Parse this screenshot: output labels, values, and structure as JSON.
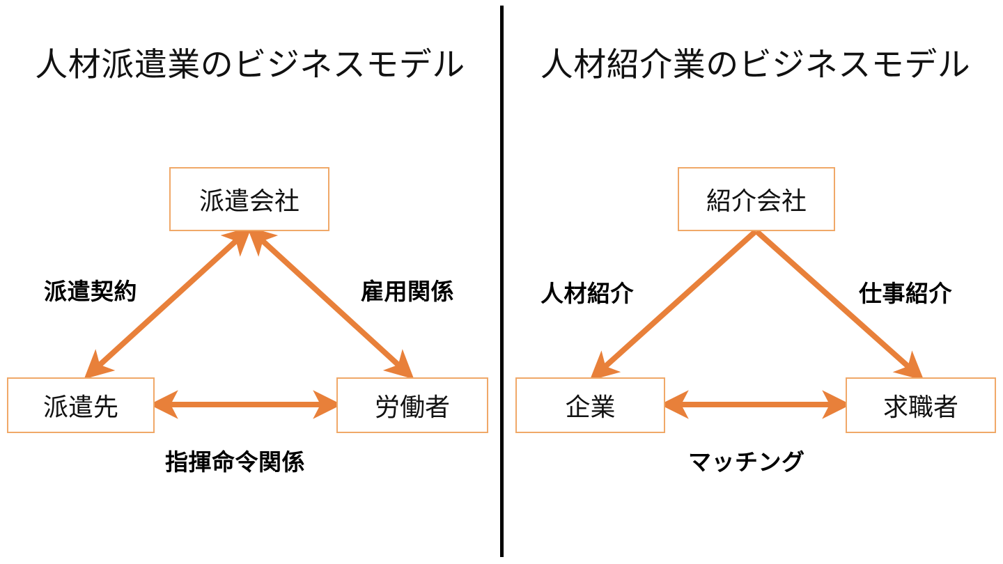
{
  "page": {
    "background": "#ffffff",
    "divider_color": "#000000",
    "accent_line": "#e8803a",
    "accent_box_border": "#f0a868",
    "text_color": "#111111"
  },
  "left_diagram": {
    "title": "人材派遣業のビジネスモデル",
    "nodes": {
      "top": "派遣会社",
      "bottom_left": "派遣先",
      "bottom_right": "労働者"
    },
    "edges": {
      "top_to_bottom_left": "派遣契約",
      "top_to_bottom_right": "雇用関係",
      "bottom_left_to_bottom_right": "指揮命令関係"
    }
  },
  "right_diagram": {
    "title": "人材紹介業のビジネスモデル",
    "nodes": {
      "top": "紹介会社",
      "bottom_left": "企業",
      "bottom_right": "求職者"
    },
    "edges": {
      "top_to_bottom_left": "人材紹介",
      "top_to_bottom_right": "仕事紹介",
      "bottom_left_to_bottom_right": "マッチング"
    }
  }
}
